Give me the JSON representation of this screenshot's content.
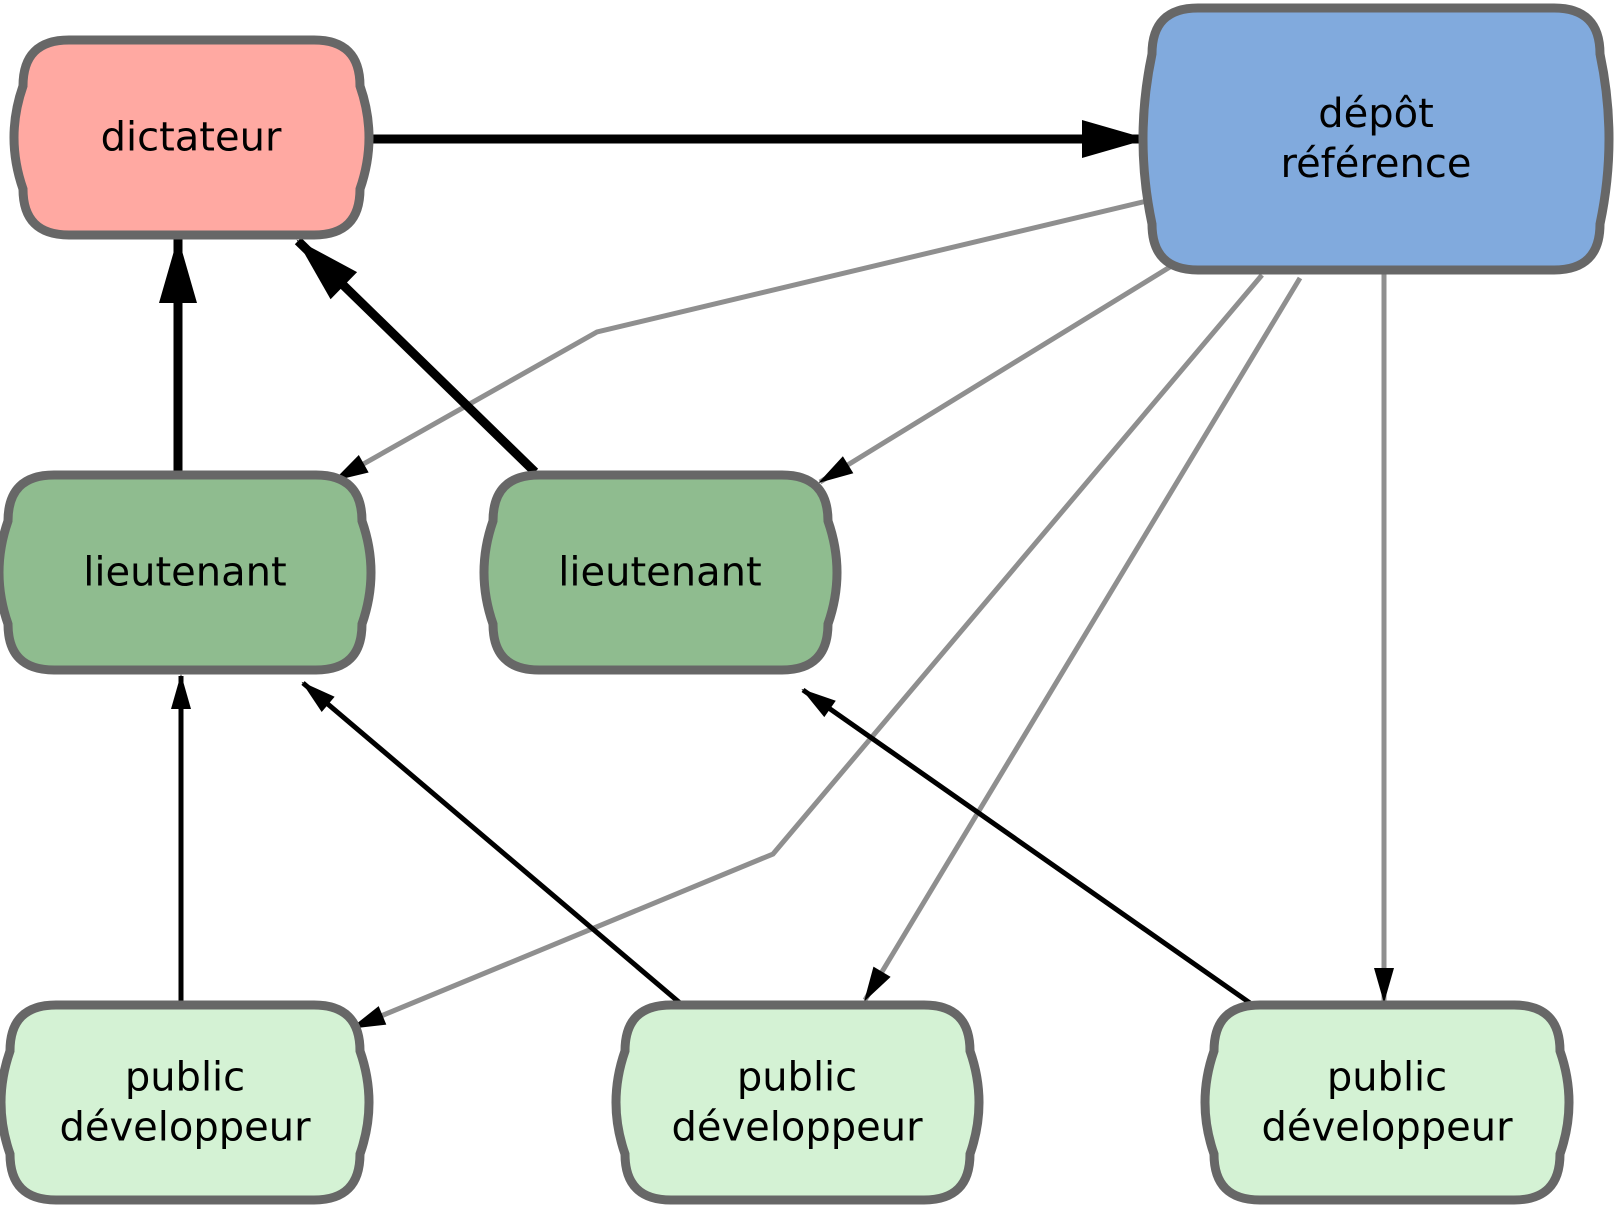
{
  "diagram": {
    "kind": "git-dictator-lieutenants-workflow",
    "background": "#ffffff"
  },
  "colors": {
    "node_border": "#676767",
    "dictator_fill": "#ffa9a2",
    "reference_fill": "#81aadd",
    "lieutenant_fill": "#8fbc8f",
    "developer_fill": "#d4f2d4",
    "edge_black": "#000000",
    "edge_gray": "#8f8f8f",
    "arrowhead": "#000000",
    "label_text": "#000000"
  },
  "nodes": {
    "dictator": {
      "label": "dictateur"
    },
    "reference": {
      "line1": "dépôt",
      "line2": "référence"
    },
    "lieutenant_left": {
      "label": "lieutenant"
    },
    "lieutenant_center": {
      "label": "lieutenant"
    },
    "developer_left": {
      "line1": "public",
      "line2": "développeur"
    },
    "developer_center": {
      "line1": "public",
      "line2": "développeur"
    },
    "developer_right": {
      "line1": "public",
      "line2": "développeur"
    }
  }
}
